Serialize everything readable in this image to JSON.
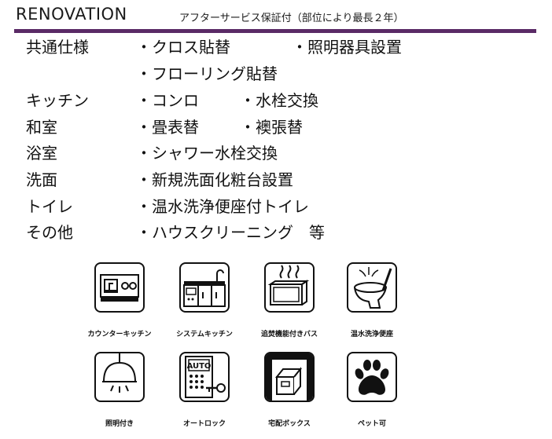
{
  "header": {
    "title": "RENOVATION",
    "subtitle": "アフターサービス保証付（部位により最長２年）",
    "rule_color": "#5a2a66"
  },
  "specs": [
    {
      "label": "共通仕様",
      "items": [
        "・クロス貼替",
        "・照明器具設置"
      ]
    },
    {
      "label": "",
      "items": [
        "・フローリング貼替"
      ]
    },
    {
      "label": "キッチン",
      "items": [
        "・コンロ",
        "・水栓交換"
      ]
    },
    {
      "label": "和室",
      "items": [
        "・畳表替",
        "・襖張替"
      ]
    },
    {
      "label": "浴室",
      "items": [
        "・シャワー水栓交換"
      ]
    },
    {
      "label": "洗面",
      "items": [
        "・新規洗面化粧台設置"
      ]
    },
    {
      "label": "トイレ",
      "items": [
        "・温水洗浄便座付トイレ"
      ]
    },
    {
      "label": "その他",
      "items": [
        "・ハウスクリーニング　等"
      ]
    }
  ],
  "features": [
    {
      "icon": "counter-kitchen-icon",
      "label": "カウンターキッチン"
    },
    {
      "icon": "system-kitchen-icon",
      "label": "システムキッチン"
    },
    {
      "icon": "reheat-bath-icon",
      "label": "追焚機能付きバス"
    },
    {
      "icon": "washlet-toilet-icon",
      "label": "温水洗浄便座"
    },
    {
      "icon": "ceiling-light-icon",
      "label": "照明付き"
    },
    {
      "icon": "auto-lock-icon",
      "label": "オートロック",
      "icon_text": "AUTO"
    },
    {
      "icon": "delivery-box-icon",
      "label": "宅配ボックス"
    },
    {
      "icon": "paw-icon",
      "label": "ペット可"
    }
  ]
}
